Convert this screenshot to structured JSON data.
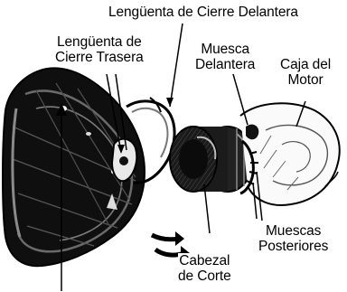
{
  "labels": {
    "front_tab": "Lengüenta de Cierre Delantera",
    "rear_tab_line1": "Lengüenta de",
    "rear_tab_line2": "Cierre Trasera",
    "front_notch_line1": "Muesca",
    "front_notch_line2": "Delantera",
    "motor_housing_line1": "Caja del",
    "motor_housing_line2": "Motor",
    "rear_notches_line1": "Muescas",
    "rear_notches_line2": "Posteriores",
    "cutting_head_line1": "Cabezal",
    "cutting_head_line2": "de Corte"
  }
}
